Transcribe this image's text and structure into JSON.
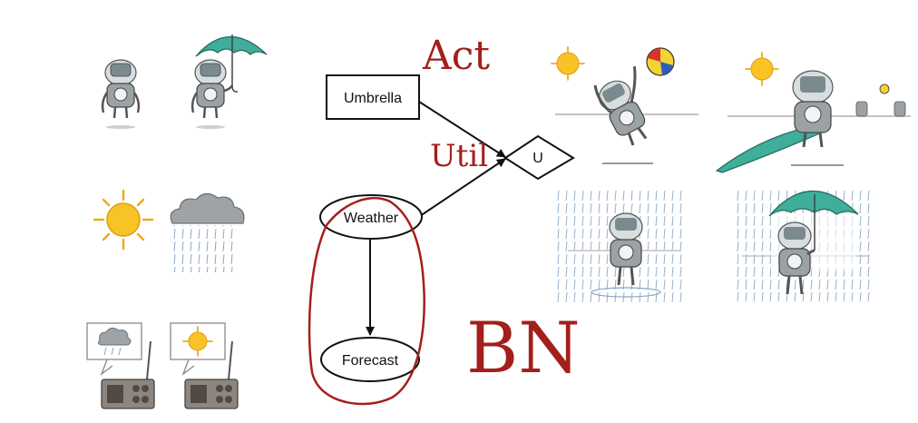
{
  "diagram": {
    "nodes": {
      "umbrella": {
        "label": "Umbrella",
        "kind": "decision"
      },
      "utility": {
        "label": "U",
        "kind": "utility"
      },
      "weather": {
        "label": "Weather",
        "kind": "chance"
      },
      "forecast": {
        "label": "Forecast",
        "kind": "chance"
      }
    },
    "edges": [
      {
        "from": "Umbrella",
        "to": "U"
      },
      {
        "from": "Weather",
        "to": "U"
      },
      {
        "from": "Weather",
        "to": "Forecast"
      }
    ],
    "annotations": {
      "act": "Act",
      "util": "Util",
      "bn": "BN"
    }
  },
  "colors": {
    "ink": "#111111",
    "annotation": "#a31f1c",
    "umbrella_teal": "#3fae9a",
    "sun": "#f7c325",
    "rain": "#8aa7c4",
    "robot": "#9aa2a6"
  },
  "illustrations": [
    "robot-icon",
    "robot-with-umbrella-icon",
    "sun-icon",
    "rain-cloud-icon",
    "radio-rain-forecast-icon",
    "radio-sun-forecast-icon",
    "robot-beach-ball-sun-icon",
    "robot-closed-umbrella-sun-icon",
    "robot-in-rain-icon",
    "robot-umbrella-in-rain-icon"
  ]
}
